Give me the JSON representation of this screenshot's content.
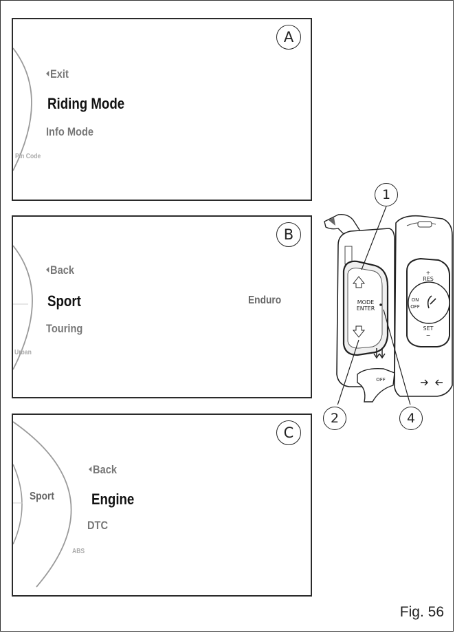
{
  "panels": {
    "a": {
      "letter": "A",
      "back": "Exit",
      "selected": "Riding Mode",
      "next": "Info Mode",
      "far": "Pin Code"
    },
    "b": {
      "letter": "B",
      "back": "Back",
      "selected": "Sport",
      "next": "Touring",
      "far": "Urban",
      "side": "Enduro"
    },
    "c": {
      "letter": "C",
      "parent": "Sport",
      "back": "Back",
      "selected": "Engine",
      "next": "DTC",
      "far": "ABS"
    }
  },
  "controls": {
    "mode_enter_line1": "MODE",
    "mode_enter_line2": "ENTER",
    "res": "RES",
    "set": "SET",
    "on": "ON",
    "off": "OFF",
    "off_bottom": "OFF"
  },
  "callouts": {
    "one": "1",
    "two": "2",
    "four": "4"
  },
  "figure_label": "Fig. 56"
}
